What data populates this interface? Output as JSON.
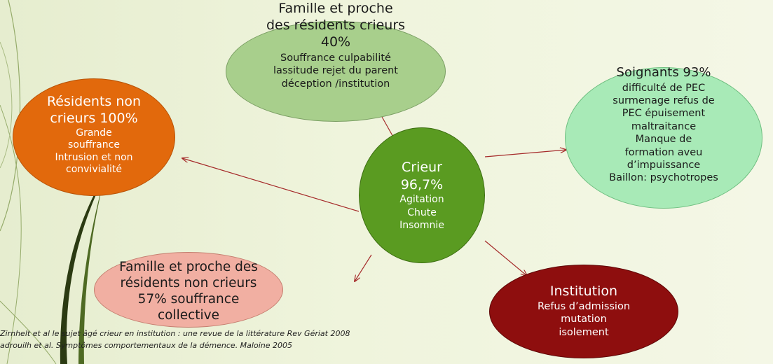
{
  "nodes": {
    "crieur": {
      "title": [
        "Crieur",
        "96,7%"
      ],
      "body": [
        "Agitation",
        "Chute",
        "Insomnie"
      ]
    },
    "famille_crieurs": {
      "title": [
        "Famille et proche",
        "des résidents crieurs",
        "40%"
      ],
      "body": [
        "Souffrance culpabilité",
        "lassitude rejet du parent",
        "déception /institution"
      ]
    },
    "residents_non_crieurs": {
      "title": [
        "Résidents non",
        "crieurs 100%"
      ],
      "body": [
        "Grande",
        "souffrance",
        "Intrusion et non",
        "convivialité"
      ]
    },
    "soignants": {
      "title": [
        "Soignants 93%"
      ],
      "body": [
        "difficulté de PEC",
        "surmenage refus de",
        "PEC épuisement",
        "maltraitance",
        "Manque de",
        "formation  aveu",
        "d’impuissance"
      ],
      "extra": "Baillon: psychotropes"
    },
    "famille_non_crieurs": {
      "title": [
        "Famille et proche des",
        "résidents non crieurs",
        "57% souffrance",
        "collective"
      ]
    },
    "institution": {
      "title": [
        "Institution"
      ],
      "body": [
        "Refus d’admission",
        "mutation",
        "isolement"
      ]
    }
  },
  "references": [
    "Zirnhelt et al le sujet âgé crieur en institution : une revue de la littérature Rev Gériat 2008",
    "adrouilh et al. Symptômes comportementaux de la démence. Maloine 2005"
  ],
  "colors": {
    "crieur": "#5a9b21",
    "famille_crieurs": "#a8cf8c",
    "residents_non_crieurs": "#e2690c",
    "soignants": "#a8eab7",
    "famille_non_crieurs": "#f1afa2",
    "institution": "#8e0e0e",
    "arrow": "#a52a2a"
  }
}
